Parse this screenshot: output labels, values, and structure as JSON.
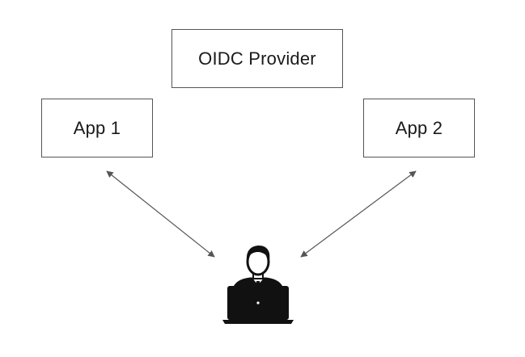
{
  "diagram": {
    "nodes": {
      "oidc_provider": {
        "label": "OIDC Provider"
      },
      "app1": {
        "label": "App 1"
      },
      "app2": {
        "label": "App 2"
      },
      "user": {
        "icon": "user-at-laptop-icon"
      }
    },
    "edges": [
      {
        "from": "app1",
        "to": "user",
        "direction": "bidirectional"
      },
      {
        "from": "app2",
        "to": "user",
        "direction": "bidirectional"
      }
    ],
    "colors": {
      "box_border": "#555555",
      "text": "#1a1a1a",
      "connector": "#555555",
      "icon": "#111111"
    }
  }
}
